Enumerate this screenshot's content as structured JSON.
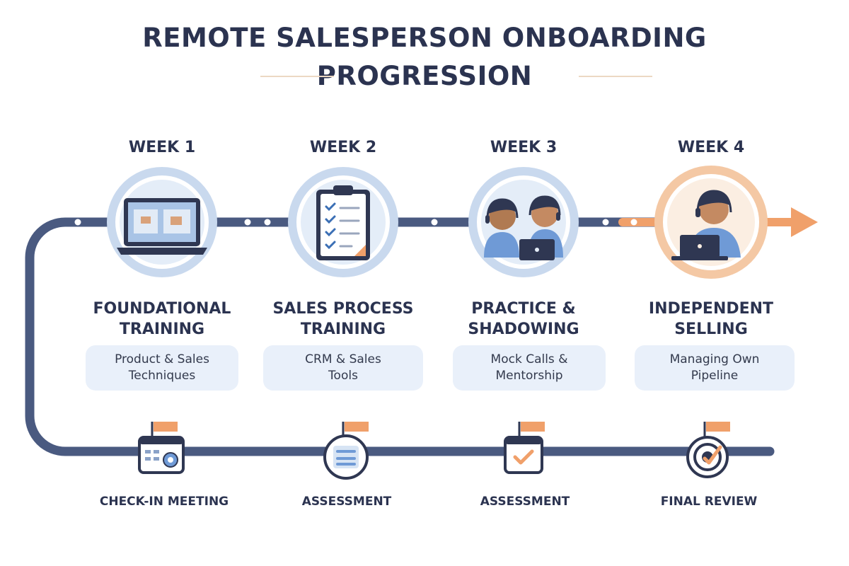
{
  "title": {
    "line1": "REMOTE SALESPERSON ONBOARDING",
    "line2": "PROGRESSION"
  },
  "colors": {
    "navy": "#2b3350",
    "track": "#4a5a80",
    "accent": "#f0a06a",
    "circle": "#c9d9ee",
    "pill": "#e9f0fa"
  },
  "weeks": [
    {
      "label": "WEEK 1",
      "stage": "FOUNDATIONAL TRAINING",
      "detail": "Product & Sales Techniques",
      "icon": "laptop-icon"
    },
    {
      "label": "WEEK 2",
      "stage": "SALES PROCESS TRAINING",
      "detail": "CRM & Sales Tools",
      "icon": "clipboard-checklist-icon"
    },
    {
      "label": "WEEK 3",
      "stage": "PRACTICE & SHADOWING",
      "detail": "Mock Calls & Mentorship",
      "icon": "mentor-pair-icon"
    },
    {
      "label": "WEEK 4",
      "stage": "INDEPENDENT SELLING",
      "detail": "Managing Own Pipeline",
      "icon": "seller-at-laptop-icon"
    }
  ],
  "milestones": [
    {
      "label": "CHECK-IN MEETING",
      "icon": "calendar-gear-icon"
    },
    {
      "label": "ASSESSMENT",
      "icon": "checklist-badge-icon"
    },
    {
      "label": "ASSESSMENT",
      "icon": "calendar-check-icon"
    },
    {
      "label": "FINAL REVIEW",
      "icon": "target-check-icon"
    }
  ]
}
